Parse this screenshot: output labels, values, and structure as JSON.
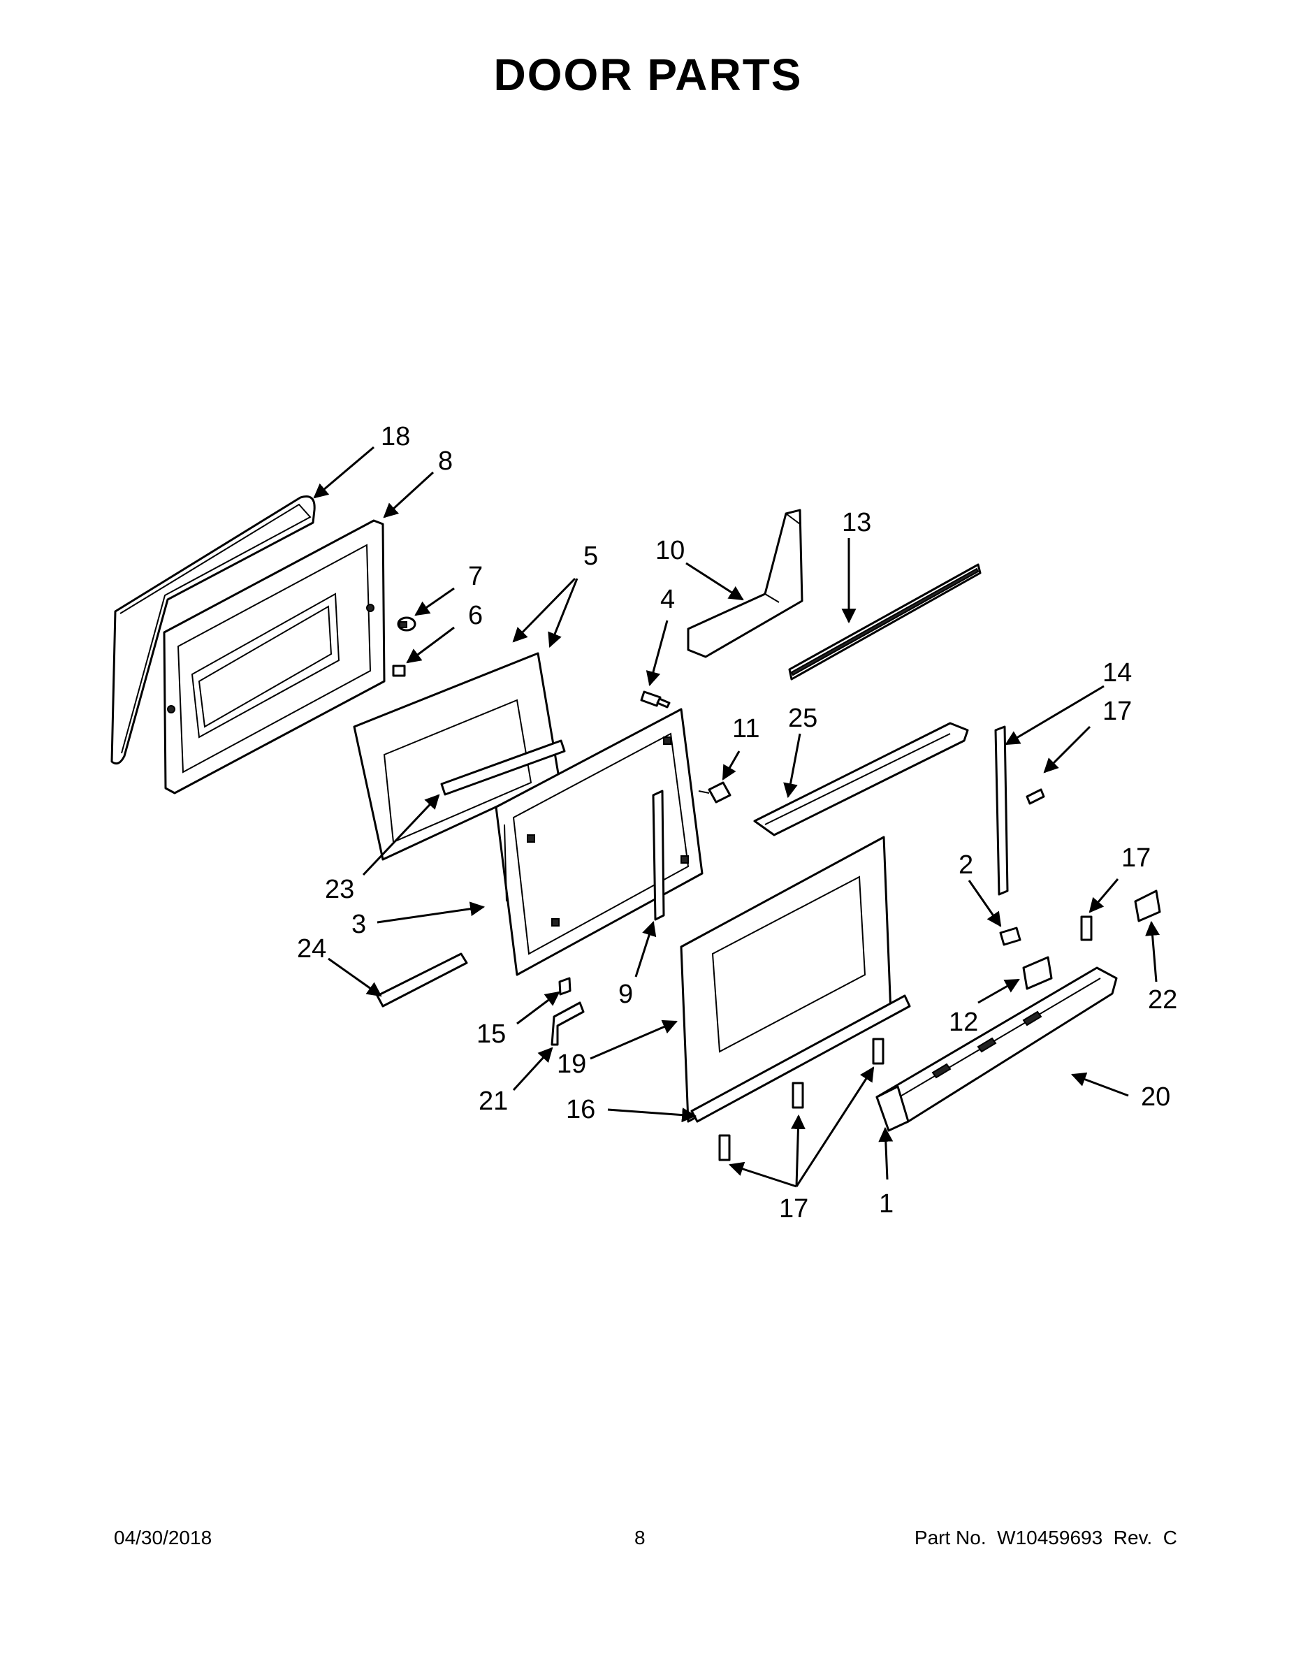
{
  "title": "DOOR PARTS",
  "callouts": [
    {
      "id": "c18",
      "label": "18"
    },
    {
      "id": "c8",
      "label": "8"
    },
    {
      "id": "c7",
      "label": "7"
    },
    {
      "id": "c6",
      "label": "6"
    },
    {
      "id": "c5",
      "label": "5"
    },
    {
      "id": "c10",
      "label": "10"
    },
    {
      "id": "c13",
      "label": "13"
    },
    {
      "id": "c4",
      "label": "4"
    },
    {
      "id": "c11",
      "label": "11"
    },
    {
      "id": "c25",
      "label": "25"
    },
    {
      "id": "c14",
      "label": "14"
    },
    {
      "id": "c17a",
      "label": "17"
    },
    {
      "id": "c23",
      "label": "23"
    },
    {
      "id": "c3",
      "label": "3"
    },
    {
      "id": "c24",
      "label": "24"
    },
    {
      "id": "c9",
      "label": "9"
    },
    {
      "id": "c2",
      "label": "2"
    },
    {
      "id": "c17b",
      "label": "17"
    },
    {
      "id": "c22",
      "label": "22"
    },
    {
      "id": "c12",
      "label": "12"
    },
    {
      "id": "c15",
      "label": "15"
    },
    {
      "id": "c19",
      "label": "19"
    },
    {
      "id": "c21",
      "label": "21"
    },
    {
      "id": "c16",
      "label": "16"
    },
    {
      "id": "c20",
      "label": "20"
    },
    {
      "id": "c17c",
      "label": "17"
    },
    {
      "id": "c1",
      "label": "1"
    }
  ],
  "footer": {
    "date": "04/30/2018",
    "page": "8",
    "part_number": "Part No.  W10459693  Rev.  C"
  }
}
